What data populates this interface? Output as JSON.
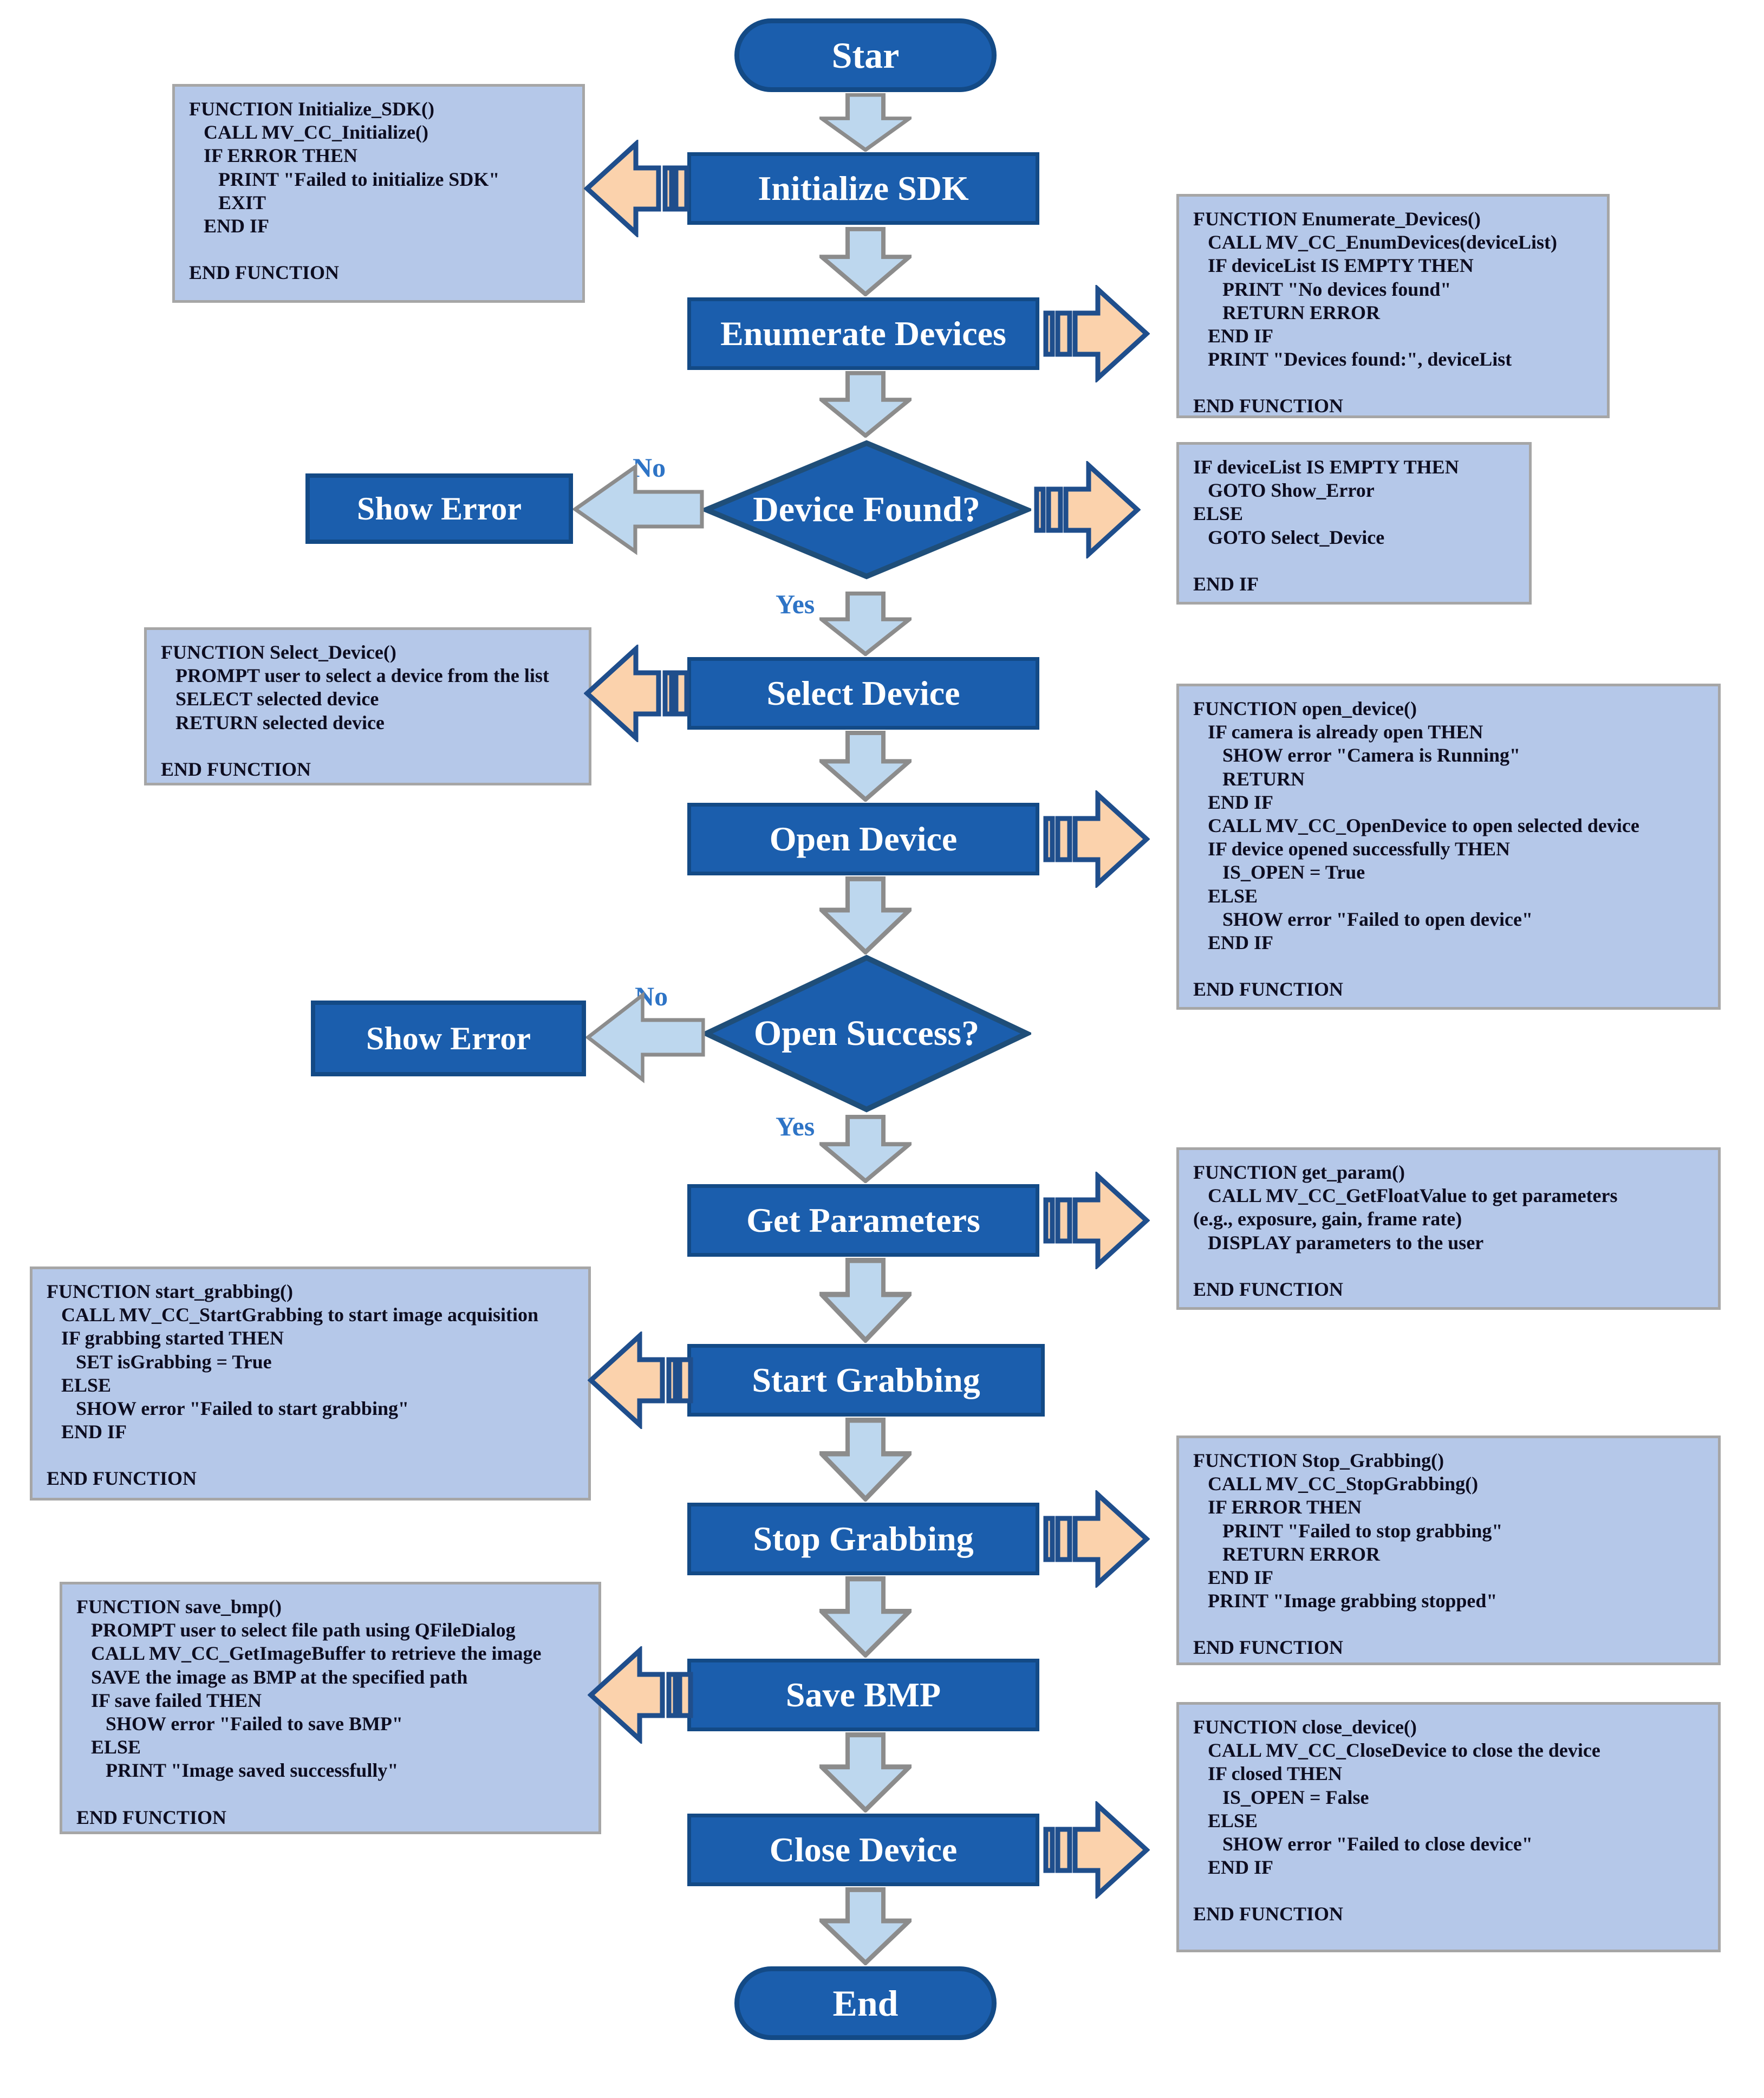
{
  "flow": {
    "start_label": "Star",
    "end_label": "End",
    "steps": {
      "initialize": "Initialize SDK",
      "enumerate": "Enumerate Devices",
      "select": "Select Device",
      "open": "Open Device",
      "get_parameters": "Get Parameters",
      "start_grabbing": "Start Grabbing",
      "stop_grabbing": "Stop Grabbing",
      "save_bmp": "Save BMP",
      "close": "Close Device"
    },
    "decisions": {
      "device_found": "Device Found?",
      "open_success": "Open Success?"
    },
    "show_error_label": "Show Error",
    "branch": {
      "yes": "Yes",
      "no": "No"
    }
  },
  "codeboxes": {
    "initialize_sdk": {
      "side": "left",
      "lines": [
        "FUNCTION Initialize_SDK()",
        "   CALL MV_CC_Initialize()",
        "   IF ERROR THEN",
        "      PRINT \"Failed to initialize SDK\"",
        "      EXIT",
        "   END IF",
        "",
        "END FUNCTION"
      ]
    },
    "enumerate_devices": {
      "side": "right",
      "lines": [
        "FUNCTION Enumerate_Devices()",
        "   CALL MV_CC_EnumDevices(deviceList)",
        "   IF deviceList IS EMPTY THEN",
        "      PRINT \"No devices found\"",
        "      RETURN ERROR",
        "   END IF",
        "   PRINT \"Devices found:\", deviceList",
        "",
        "END FUNCTION"
      ]
    },
    "device_found_check": {
      "side": "right",
      "lines": [
        "IF deviceList IS EMPTY THEN",
        "   GOTO Show_Error",
        "ELSE",
        "   GOTO Select_Device",
        "",
        "END IF"
      ]
    },
    "select_device": {
      "side": "left",
      "lines": [
        "FUNCTION Select_Device()",
        "   PROMPT user to select a device from the list",
        "   SELECT selected device",
        "   RETURN selected device",
        "",
        "END FUNCTION"
      ]
    },
    "open_device": {
      "side": "right",
      "lines": [
        "FUNCTION open_device()",
        "   IF camera is already open THEN",
        "      SHOW error \"Camera is Running\"",
        "      RETURN",
        "   END IF",
        "   CALL MV_CC_OpenDevice to open selected device",
        "   IF device opened successfully THEN",
        "      IS_OPEN = True",
        "   ELSE",
        "      SHOW error \"Failed to open device\"",
        "   END IF",
        "",
        "END FUNCTION"
      ]
    },
    "get_param": {
      "side": "right",
      "lines": [
        "FUNCTION get_param()",
        "   CALL MV_CC_GetFloatValue to get parameters",
        "(e.g., exposure, gain, frame rate)",
        "   DISPLAY parameters to the user",
        "",
        "END FUNCTION"
      ]
    },
    "start_grabbing": {
      "side": "left",
      "lines": [
        "FUNCTION start_grabbing()",
        "   CALL MV_CC_StartGrabbing to start image acquisition",
        "   IF grabbing started THEN",
        "      SET isGrabbing = True",
        "   ELSE",
        "      SHOW error \"Failed to start grabbing\"",
        "   END IF",
        "",
        "END FUNCTION"
      ]
    },
    "stop_grabbing": {
      "side": "right",
      "lines": [
        "FUNCTION Stop_Grabbing()",
        "   CALL MV_CC_StopGrabbing()",
        "   IF ERROR THEN",
        "      PRINT \"Failed to stop grabbing\"",
        "      RETURN ERROR",
        "   END IF",
        "   PRINT \"Image grabbing stopped\"",
        "",
        "END FUNCTION"
      ]
    },
    "save_bmp": {
      "side": "left",
      "lines": [
        "FUNCTION save_bmp()",
        "   PROMPT user to select file path using QFileDialog",
        "   CALL MV_CC_GetImageBuffer to retrieve the image",
        "   SAVE the image as BMP at the specified path",
        "   IF save failed THEN",
        "      SHOW error \"Failed to save BMP\"",
        "   ELSE",
        "      PRINT \"Image saved successfully\"",
        "",
        "END FUNCTION"
      ]
    },
    "close_device": {
      "side": "right",
      "lines": [
        "FUNCTION close_device()",
        "   CALL MV_CC_CloseDevice to close the device",
        "   IF closed THEN",
        "      IS_OPEN = False",
        "   ELSE",
        "      SHOW error \"Failed to close device\"",
        "   END IF",
        "",
        "END FUNCTION"
      ]
    }
  },
  "colors": {
    "node_fill": "#1B5EAD",
    "node_border": "#134A86",
    "diamond_border": "#1F4E79",
    "flow_arrow_fill": "#BDD7EE",
    "flow_arrow_border": "#8C8C8C",
    "code_box_fill": "#B5C8E9",
    "code_box_border": "#A6A6A6",
    "callout_arrow_fill": "#FBD2AC",
    "callout_arrow_border": "#1F4E8C",
    "branch_label_color": "#2E74C6",
    "code_text_color": "#0D0D20"
  }
}
